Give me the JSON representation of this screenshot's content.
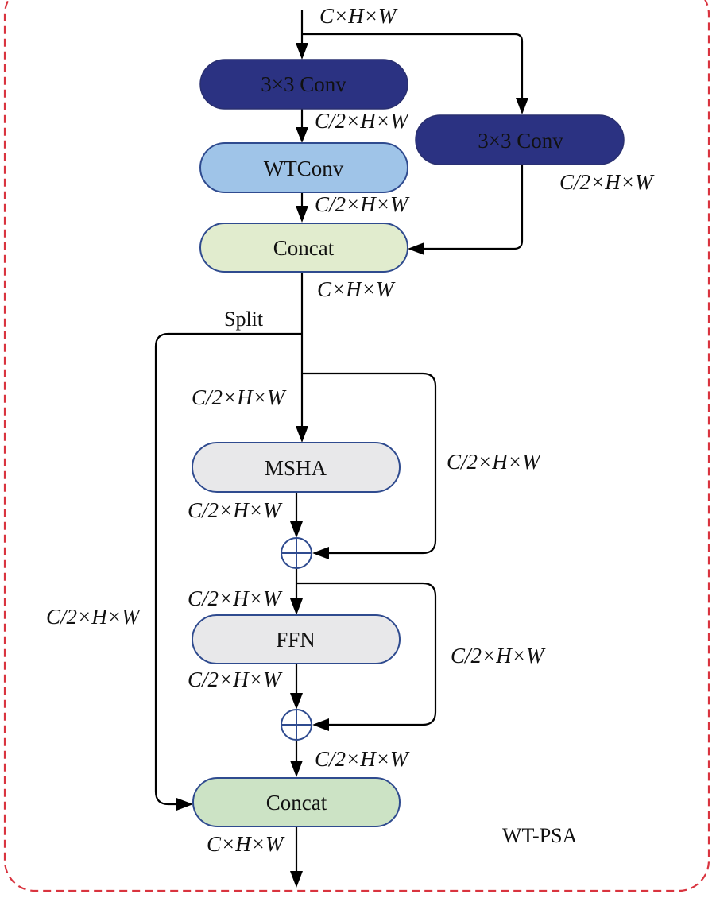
{
  "diagram": {
    "title": "WT-PSA",
    "colors": {
      "border": "#d9343f",
      "conv": "#2b3282",
      "wtconv": "#9fc4e8",
      "concat_top": "#e1ecce",
      "concat_bottom": "#cce3c5",
      "attention": "#e8e8ea",
      "node_stroke": "#2f4b8f",
      "adder_stroke": "#2f4b8f"
    },
    "nodes": {
      "conv_left": "3×3 Conv",
      "conv_right": "3×3 Conv",
      "wtconv": "WTConv",
      "concat_top": "Concat",
      "msha": "MSHA",
      "ffn": "FFN",
      "concat_bottom": "Concat"
    },
    "labels": {
      "input": "C×H×W",
      "after_conv_left": "C/2×H×W",
      "after_conv_right": "C/2×H×W",
      "after_wtconv": "C/2×H×W",
      "after_concat_top": "C×H×W",
      "split": "Split",
      "split_bypass": "C/2×H×W",
      "msha_in": "C/2×H×W",
      "msha_residual": "C/2×H×W",
      "msha_out": "C/2×H×W",
      "ffn_in": "C/2×H×W",
      "ffn_residual": "C/2×H×W",
      "ffn_out": "C/2×H×W",
      "add2_out": "C/2×H×W",
      "output": "C×H×W"
    }
  }
}
